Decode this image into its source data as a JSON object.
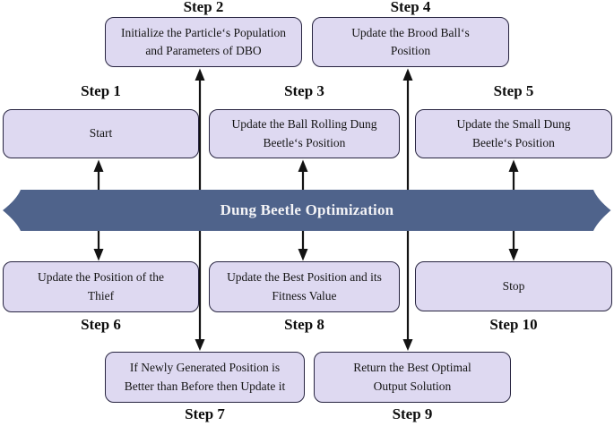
{
  "diagram": {
    "title": "Dung Beetle Optimization",
    "steps": [
      {
        "label": "Step 1",
        "text": "Start"
      },
      {
        "label": "Step 2",
        "text": "Initialize the Particle‘s Population\nand Parameters of DBO"
      },
      {
        "label": "Step 3",
        "text": "Update the Ball Rolling Dung\nBeetle‘s Position"
      },
      {
        "label": "Step 4",
        "text": "Update the Brood Ball‘s\nPosition"
      },
      {
        "label": "Step 5",
        "text": "Update the Small Dung\nBeetle‘s Position"
      },
      {
        "label": "Step 6",
        "text": "Update the Position of the\nThief"
      },
      {
        "label": "Step 7",
        "text": "If Newly Generated Position is\nBetter than Before then Update it"
      },
      {
        "label": "Step 8",
        "text": "Update the Best Position and its\nFitness Value"
      },
      {
        "label": "Step 9",
        "text": "Return the Best Optimal\nOutput Solution"
      },
      {
        "label": "Step 10",
        "text": "Stop"
      }
    ],
    "colors": {
      "box_fill": "#ded9f1",
      "box_border": "#272440",
      "ribbon": "#4f638b",
      "ribbon_text": "#f3f3f6",
      "arrow": "#131313"
    }
  }
}
